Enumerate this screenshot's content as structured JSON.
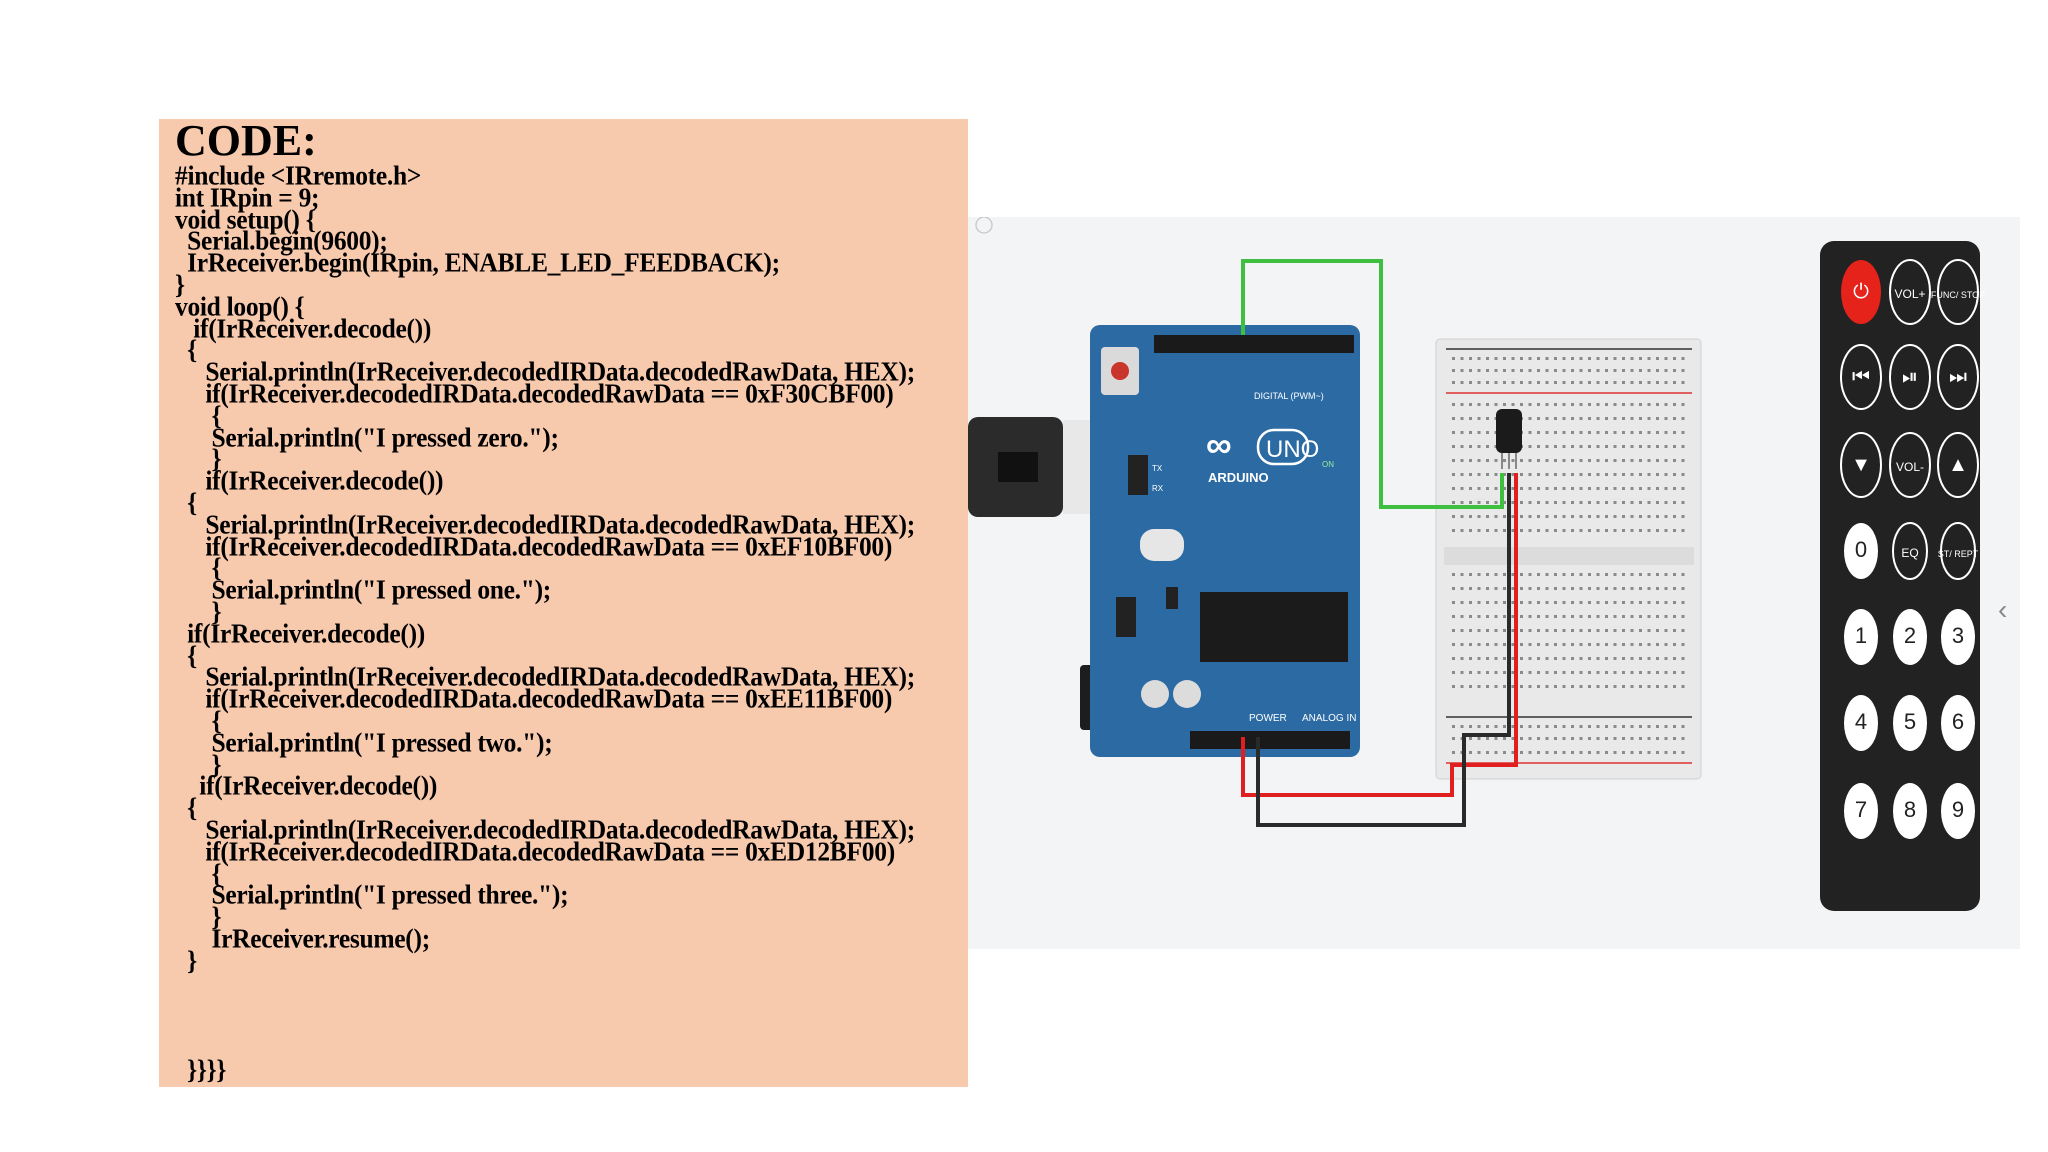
{
  "code_panel": {
    "heading": "CODE:",
    "lines": [
      "#include <IRremote.h>",
      "int IRpin = 9;",
      "void setup() {",
      "  Serial.begin(9600);",
      "  IrReceiver.begin(IRpin, ENABLE_LED_FEEDBACK);",
      "}",
      "void loop() {",
      "   if(IrReceiver.decode())",
      "  {",
      "     Serial.println(IrReceiver.decodedIRData.decodedRawData, HEX);",
      "     if(IrReceiver.decodedIRData.decodedRawData == 0xF30CBF00)",
      "      {",
      "      Serial.println(\"I pressed zero.\");",
      "      }",
      "     if(IrReceiver.decode())",
      "  {",
      "     Serial.println(IrReceiver.decodedIRData.decodedRawData, HEX);",
      "     if(IrReceiver.decodedIRData.decodedRawData == 0xEF10BF00)",
      "      {",
      "      Serial.println(\"I pressed one.\");",
      "      }",
      "  if(IrReceiver.decode())",
      "  {",
      "     Serial.println(IrReceiver.decodedIRData.decodedRawData, HEX);",
      "     if(IrReceiver.decodedIRData.decodedRawData == 0xEE11BF00)",
      "      {",
      "      Serial.println(\"I pressed two.\");",
      "      }",
      "    if(IrReceiver.decode())",
      "  {",
      "     Serial.println(IrReceiver.decodedIRData.decodedRawData, HEX);",
      "     if(IrReceiver.decodedIRData.decodedRawData == 0xED12BF00)",
      "      {",
      "      Serial.println(\"I pressed three.\");",
      "      }",
      "      IrReceiver.resume();",
      "  }",
      "",
      "",
      "",
      "",
      "  }}}}"
    ]
  },
  "circuit": {
    "arduino": {
      "brand": "ARDUINO",
      "model": "UNO",
      "digital_label": "DIGITAL (PWM~)",
      "power_label": "POWER",
      "analog_label": "ANALOG IN",
      "tx_label": "TX",
      "rx_label": "RX",
      "on_label": "ON"
    },
    "remote": {
      "buttons": [
        {
          "label": "",
          "icon": "power-icon"
        },
        {
          "label": "VOL+"
        },
        {
          "label": "FUNC/ STOP"
        },
        {
          "label": "",
          "icon": "rewind-icon"
        },
        {
          "label": "",
          "icon": "play-pause-icon"
        },
        {
          "label": "",
          "icon": "fast-forward-icon"
        },
        {
          "label": "",
          "icon": "down-triangle-icon"
        },
        {
          "label": "VOL-"
        },
        {
          "label": "",
          "icon": "up-triangle-icon"
        },
        {
          "label": "0"
        },
        {
          "label": "EQ"
        },
        {
          "label": "ST/ REPT"
        },
        {
          "label": "1"
        },
        {
          "label": "2"
        },
        {
          "label": "3"
        },
        {
          "label": "4"
        },
        {
          "label": "5"
        },
        {
          "label": "6"
        },
        {
          "label": "7"
        },
        {
          "label": "8"
        },
        {
          "label": "9"
        }
      ]
    },
    "colors": {
      "board": "#2b6aa3",
      "wire_green": "#3fbf3f",
      "wire_red": "#e02020",
      "wire_black": "#2a2a2a",
      "remote_body": "#222222",
      "power_button": "#e5231b",
      "panel_bg": "#f7c9ad"
    }
  }
}
